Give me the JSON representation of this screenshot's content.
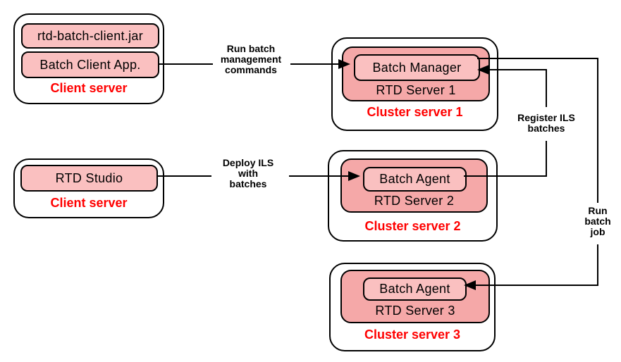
{
  "diagram": {
    "client_server_1": {
      "title": "Client server",
      "jar_box": "rtd-batch-client.jar",
      "app_box": "Batch Client App."
    },
    "client_server_2": {
      "title": "Client server",
      "studio_box": "RTD Studio"
    },
    "cluster_server_1": {
      "title": "Cluster server 1",
      "server": "RTD Server 1",
      "component": "Batch Manager"
    },
    "cluster_server_2": {
      "title": "Cluster server 2",
      "server": "RTD Server 2",
      "component": "Batch Agent"
    },
    "cluster_server_3": {
      "title": "Cluster server 3",
      "server": "RTD Server 3",
      "component": "Batch Agent"
    },
    "arrow_labels": {
      "run_batch_commands": {
        "line1": "Run batch",
        "line2": "management",
        "line3": "commands"
      },
      "deploy_ils": {
        "line1": "Deploy ILS",
        "line2": "with",
        "line3": "batches"
      },
      "register_ils": {
        "line1": "Register ILS",
        "line2": "batches"
      },
      "run_batch_job": {
        "line1": "Run",
        "line2": "batch",
        "line3": "job"
      }
    },
    "colors": {
      "server_container_fill": "#F5A8A8",
      "component_box_fill": "#FAC0C0",
      "title_red": "#FF0000",
      "line_black": "#000000",
      "background": "#FFFFFF"
    }
  }
}
